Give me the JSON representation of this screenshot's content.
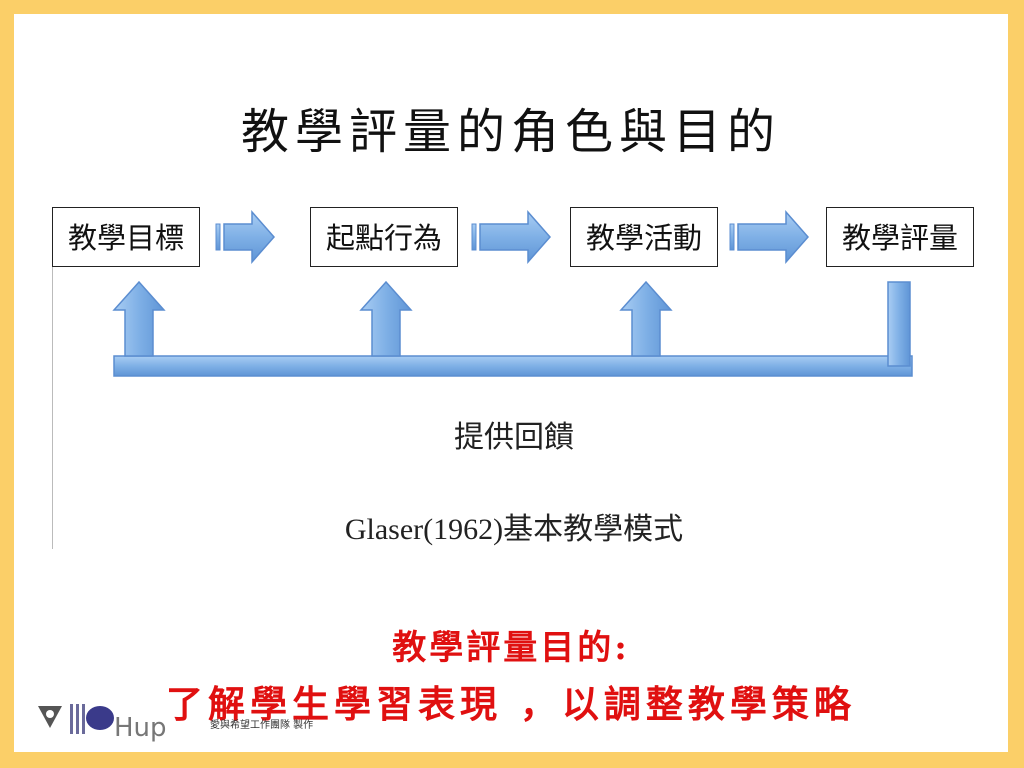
{
  "title": "教學評量的角色與目的",
  "steps": [
    {
      "label": "教學目標"
    },
    {
      "label": "起點行為"
    },
    {
      "label": "教學活動"
    },
    {
      "label": "教學評量"
    }
  ],
  "feedback_label": "提供回饋",
  "model_caption": "Glaser(1962)基本教學模式",
  "purpose": {
    "heading": "教學評量目的:",
    "text": "了解學生學習表現 ，以調整教學策略"
  },
  "footer": {
    "logo_text": "Hup",
    "credit": "愛與希望工作團隊 製作"
  },
  "colors": {
    "background": "#fbcf68",
    "arrow_fill": "#7fb0e6",
    "arrow_stroke": "#5b8dd0",
    "purpose_text": "#e01010"
  }
}
